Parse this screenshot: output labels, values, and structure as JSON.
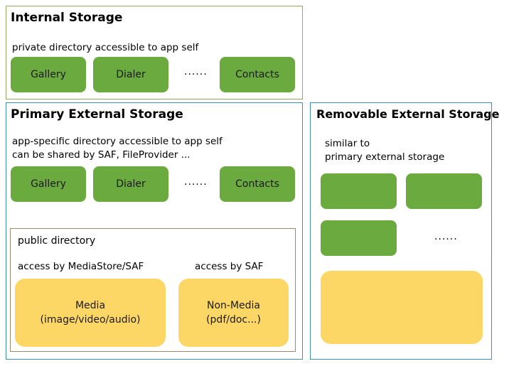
{
  "internal": {
    "title": "Internal Storage",
    "desc": "private directory accessible to app self",
    "apps": [
      "Gallery",
      "Dialer",
      "Contacts"
    ],
    "ellipsis": "......"
  },
  "primary": {
    "title": "Primary External Storage",
    "desc_line1": "app-specific directory accessible to app self",
    "desc_line2": "can be shared by SAF, FileProvider ...",
    "apps": [
      "Gallery",
      "Dialer",
      "Contacts"
    ],
    "ellipsis": "......",
    "public": {
      "title": "public directory",
      "media_access": "access by MediaStore/SAF",
      "nonmedia_access": "access by SAF",
      "media_line1": "Media",
      "media_line2": "(image/video/audio)",
      "nonmedia_line1": "Non-Media",
      "nonmedia_line2": "(pdf/doc...)"
    }
  },
  "removable": {
    "title": "Removable External Storage",
    "desc_line1": "similar to",
    "desc_line2": "primary external storage",
    "ellipsis": "......"
  },
  "colors": {
    "green_box": "#6aaa3f",
    "yellow_box": "#fdd766",
    "internal_border": "#8cab5e",
    "external_border": "#3b8fb5",
    "public_border": "#a08870"
  }
}
